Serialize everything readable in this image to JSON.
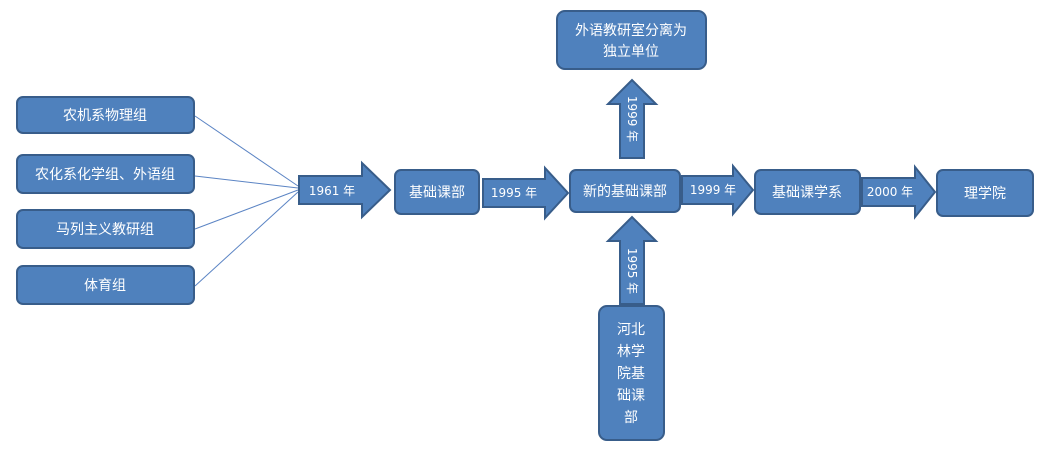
{
  "boxes": {
    "nongji": "农机系物理组",
    "nonghua": "农化系化学组、外语组",
    "makesi": "马列主义教研组",
    "tiyu": "体育组",
    "jichu": "基础课部",
    "xin_jichu": "新的基础课部",
    "waiyu_line1": "外语教研室分离为",
    "waiyu_line2": "独立单位",
    "hebei_lines": [
      "河北",
      "林学",
      "院基",
      "础课",
      "部"
    ],
    "jichuxi": "基础课学系",
    "lixueyuan": "理学院"
  },
  "arrows": {
    "a1961": "1961 年",
    "a1995": "1995 年",
    "a1999": "1999 年",
    "a2000": "2000 年",
    "up1999": "1999 年",
    "down1995": "1995 年"
  }
}
